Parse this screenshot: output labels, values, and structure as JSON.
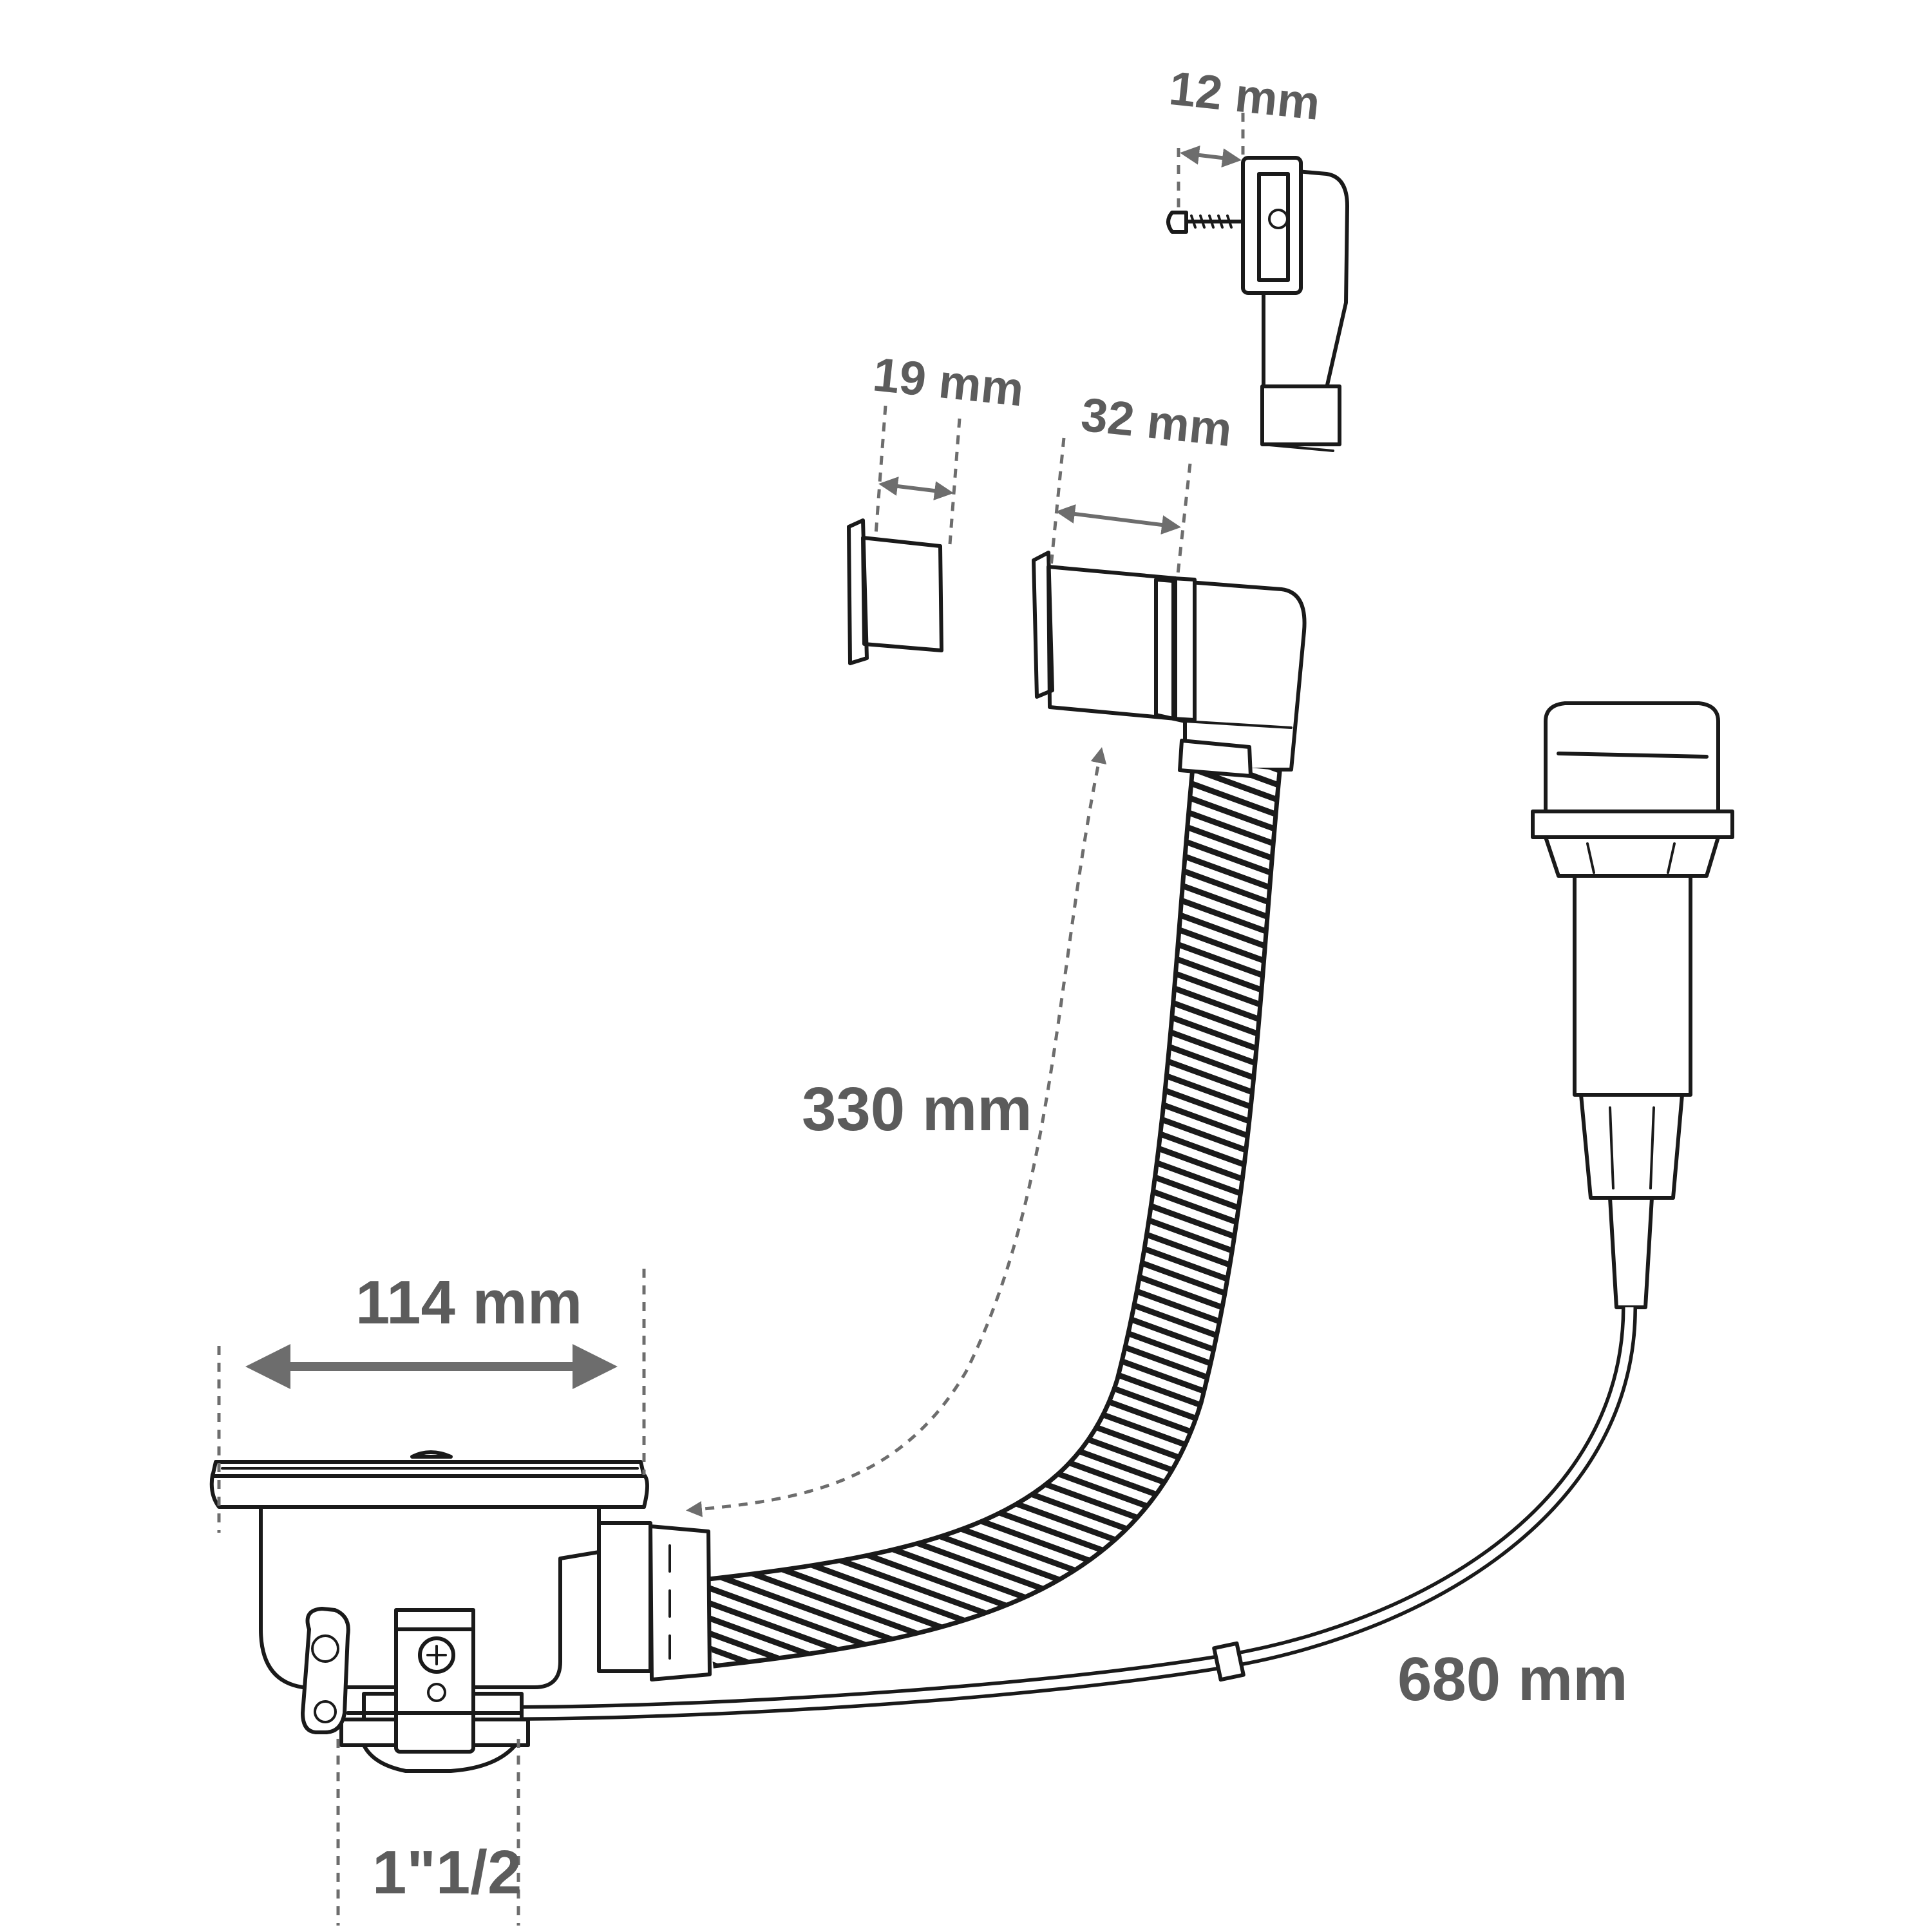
{
  "labels": {
    "overflow_screw_gap": "12 mm",
    "short_nut_length": "19 mm",
    "long_nut_length": "32 mm",
    "hose_length": "330 mm",
    "basket_diameter": "114 mm",
    "cable_length": "680 mm",
    "outlet_thread": "1\"1/2"
  },
  "colors": {
    "line": "#1a1a1a",
    "dimension": "#6d6d6d",
    "label": "#5c5c5c"
  }
}
